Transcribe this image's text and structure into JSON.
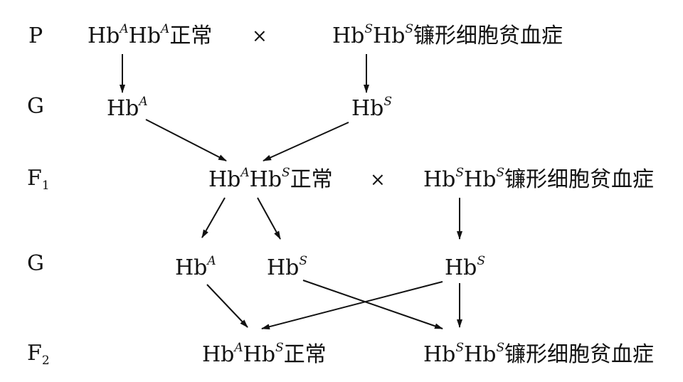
{
  "rows": {
    "p": "P",
    "g1": "G",
    "f1_letter": "F",
    "f1_sub": "1",
    "g2": "G",
    "f2_letter": "F",
    "f2_sub": "2"
  },
  "base": "Hb",
  "allele": {
    "a": "A",
    "s": "S"
  },
  "phenotype": {
    "normal": "正常",
    "sickle": "镰形细胞贫血症"
  },
  "cross": "×"
}
